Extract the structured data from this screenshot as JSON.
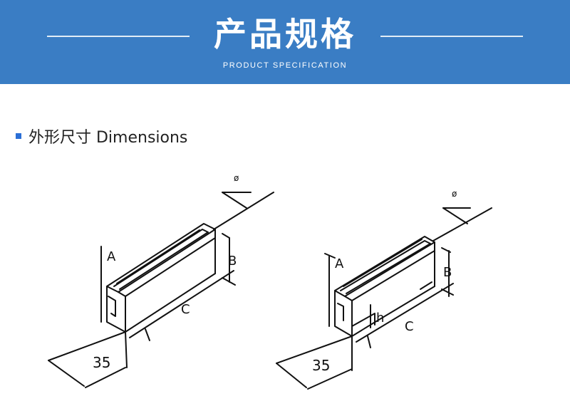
{
  "banner": {
    "title": "产品规格",
    "subtitle": "PRODUCT SPECIFICATION",
    "color": "#3a7dc4"
  },
  "section": {
    "heading": "外形尺寸 Dimensions",
    "marker_color": "#2b6fd6"
  },
  "drawing_left": {
    "angle_label": "ø",
    "label_a": "A",
    "label_b": "B",
    "label_c": "C",
    "label_width": "35"
  },
  "drawing_right": {
    "angle_label": "ø",
    "label_a": "A",
    "label_b": "B",
    "label_c": "C",
    "label_h": "h",
    "label_width": "35"
  }
}
